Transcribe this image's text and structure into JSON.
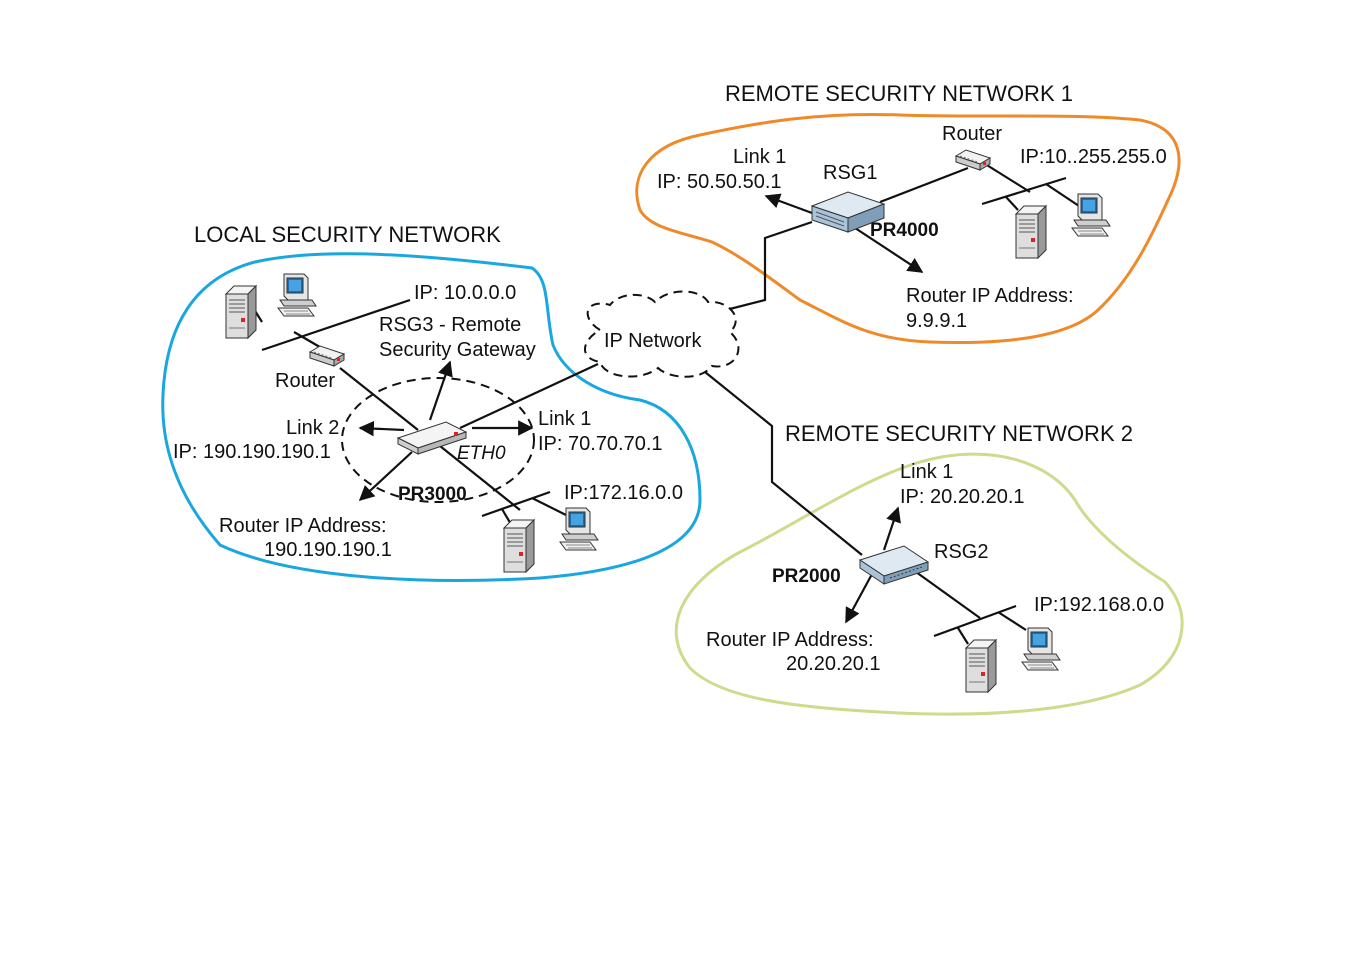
{
  "colors": {
    "local": "#1aa7e0",
    "remote1": "#ee8a2a",
    "remote2": "#cbdc8c",
    "line": "#111111",
    "device_blue": "#a9c4d8",
    "device_gray": "#e8e8e8"
  },
  "local": {
    "title": "LOCAL SECURITY NETWORK",
    "lan_ip": "IP: 10.0.0.0",
    "gateway_line1": "RSG3 - Remote",
    "gateway_line2": "Security Gateway",
    "router_label": "Router",
    "link2_line1": "Link 2",
    "link2_line2": "IP: 190.190.190.1",
    "link1_line1": "Link 1",
    "link1_line2": "IP: 70.70.70.1",
    "eth_label": "ETH0",
    "model": "PR3000",
    "lan2_ip": "IP:172.16.0.0",
    "router_ip_line1": "Router IP Address:",
    "router_ip_line2": "190.190.190.1"
  },
  "ip_network": {
    "label": "IP Network"
  },
  "remote1": {
    "title": "REMOTE SECURITY NETWORK 1",
    "router_label": "Router",
    "link1_line1": "Link 1",
    "link1_line2": "IP: 50.50.50.1",
    "gateway_label": "RSG1",
    "lan_ip": "IP:10..255.255.0",
    "model": "PR4000",
    "router_ip_line1": "Router IP Address:",
    "router_ip_line2": "9.9.9.1"
  },
  "remote2": {
    "title": "REMOTE SECURITY NETWORK 2",
    "link1_line1": "Link 1",
    "link1_line2": "IP: 20.20.20.1",
    "gateway_label": "RSG2",
    "model": "PR2000",
    "lan_ip": "IP:192.168.0.0",
    "router_ip_line1": "Router IP Address:",
    "router_ip_line2": "20.20.20.1"
  }
}
